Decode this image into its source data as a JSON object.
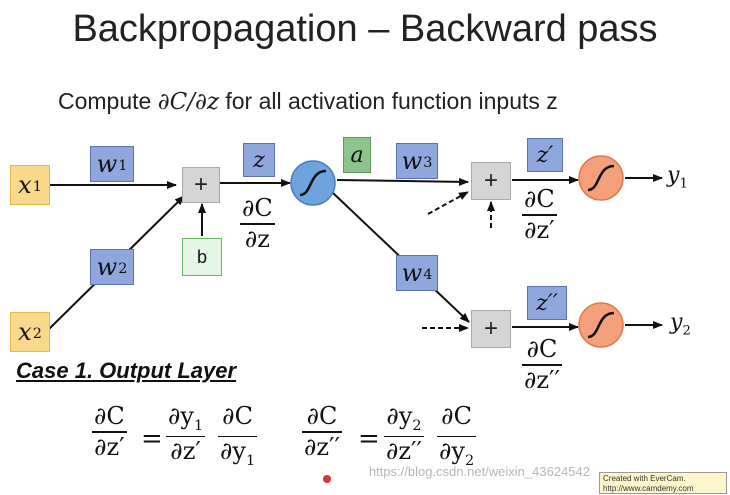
{
  "title": "Backpropagation – Backward pass",
  "subtitle": {
    "prefix": "Compute ",
    "math": "∂C/∂z",
    "suffix": " for all activation function inputs z"
  },
  "nodes": {
    "x1": {
      "base": "x",
      "sub": "1"
    },
    "x2": {
      "base": "x",
      "sub": "2"
    },
    "w1": {
      "base": "w",
      "sub": "1"
    },
    "w2": {
      "base": "w",
      "sub": "2"
    },
    "w3": {
      "base": "w",
      "sub": "3"
    },
    "w4": {
      "base": "w",
      "sub": "4"
    },
    "b": "b",
    "plus": "+",
    "z": "z",
    "a": "a",
    "z_prime": "z′",
    "z_dprime": "z′′",
    "y1": {
      "base": "y",
      "sub": "1"
    },
    "y2": {
      "base": "y",
      "sub": "2"
    }
  },
  "gradients": {
    "dC_dz": {
      "num": "∂C",
      "den": "∂z"
    },
    "dC_dz_prime": {
      "num": "∂C",
      "den": "∂z′"
    },
    "dC_dz_dprime": {
      "num": "∂C",
      "den": "∂z′′"
    }
  },
  "case_heading": "Case 1. Output Layer",
  "equations": {
    "eq1": {
      "lhs": {
        "num": "∂C",
        "den": "∂z′"
      },
      "r1": {
        "num": "∂y",
        "num_sub": "1",
        "den": "∂z′",
        "den_sub": ""
      },
      "r2": {
        "num": "∂C",
        "num_sub": "",
        "den": "∂y",
        "den_sub": "1"
      }
    },
    "eq2": {
      "lhs": {
        "num": "∂C",
        "den": "∂z′′"
      },
      "r1": {
        "num": "∂y",
        "num_sub": "2",
        "den": "∂z′′",
        "den_sub": ""
      },
      "r2": {
        "num": "∂C",
        "num_sub": "",
        "den": "∂y",
        "den_sub": "2"
      }
    },
    "equals": "="
  },
  "watermark": "https://blog.csdn.net/weixin_43624542",
  "evercam": {
    "line1": "Created with EverCam.",
    "line2": "http://www.camdemy.com"
  },
  "colors": {
    "input": "#f9d98c",
    "weight": "#8fa7dc",
    "activation_output": "#8dc38d",
    "bias": "#e6f6e6",
    "hidden_neuron": "#6fa3de",
    "output_neuron": "#f4a07a"
  }
}
